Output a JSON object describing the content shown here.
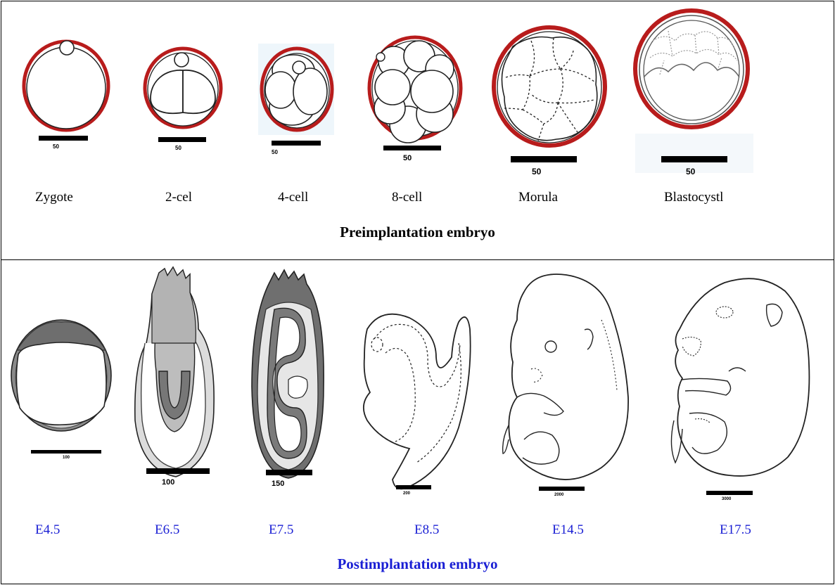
{
  "colors": {
    "zona": "#b81c1c",
    "stage_blue": "#1a1fd4",
    "tissue_dark": "#777777",
    "tissue_mid": "#a8a8a8",
    "tissue_light": "#d8d8d8"
  },
  "preimplantation": {
    "title": "Preimplantation embryo",
    "stages": [
      {
        "label": "Zygote",
        "scale": "50"
      },
      {
        "label": "2-cel",
        "scale": "50"
      },
      {
        "label": "4-cell",
        "scale": "50"
      },
      {
        "label": "8-cell",
        "scale": "50"
      },
      {
        "label": "Morula",
        "scale": "50"
      },
      {
        "label": "Blastocystl",
        "scale": "50"
      }
    ]
  },
  "postimplantation": {
    "title": "Postimplantation embryo",
    "stages": [
      {
        "label": "E4.5",
        "scale": "100"
      },
      {
        "label": "E6.5",
        "scale": "100"
      },
      {
        "label": "E7.5",
        "scale": "150"
      },
      {
        "label": "E8.5",
        "scale": "200"
      },
      {
        "label": "E14.5",
        "scale": "2000"
      },
      {
        "label": "E17.5",
        "scale": "3000"
      }
    ]
  }
}
